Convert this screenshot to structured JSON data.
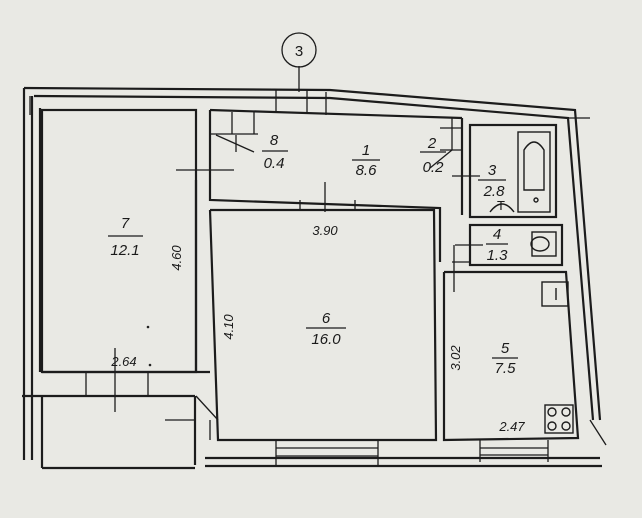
{
  "plan": {
    "marker": "3",
    "rooms": [
      {
        "id": "7",
        "area": "12.1"
      },
      {
        "id": "8",
        "area": "0.4"
      },
      {
        "id": "1",
        "area": "8.6"
      },
      {
        "id": "2",
        "area": "0.2"
      },
      {
        "id": "3",
        "area": "2.8"
      },
      {
        "id": "4",
        "area": "1.3"
      },
      {
        "id": "6",
        "area": "16.0"
      },
      {
        "id": "5",
        "area": "7.5"
      }
    ],
    "dimensions": {
      "room7_height": "4.60",
      "room7_width": "2.64",
      "room6_top": "3.90",
      "room6_side": "4.10",
      "room5_side": "3.02",
      "room5_bottom": "2.47"
    }
  }
}
